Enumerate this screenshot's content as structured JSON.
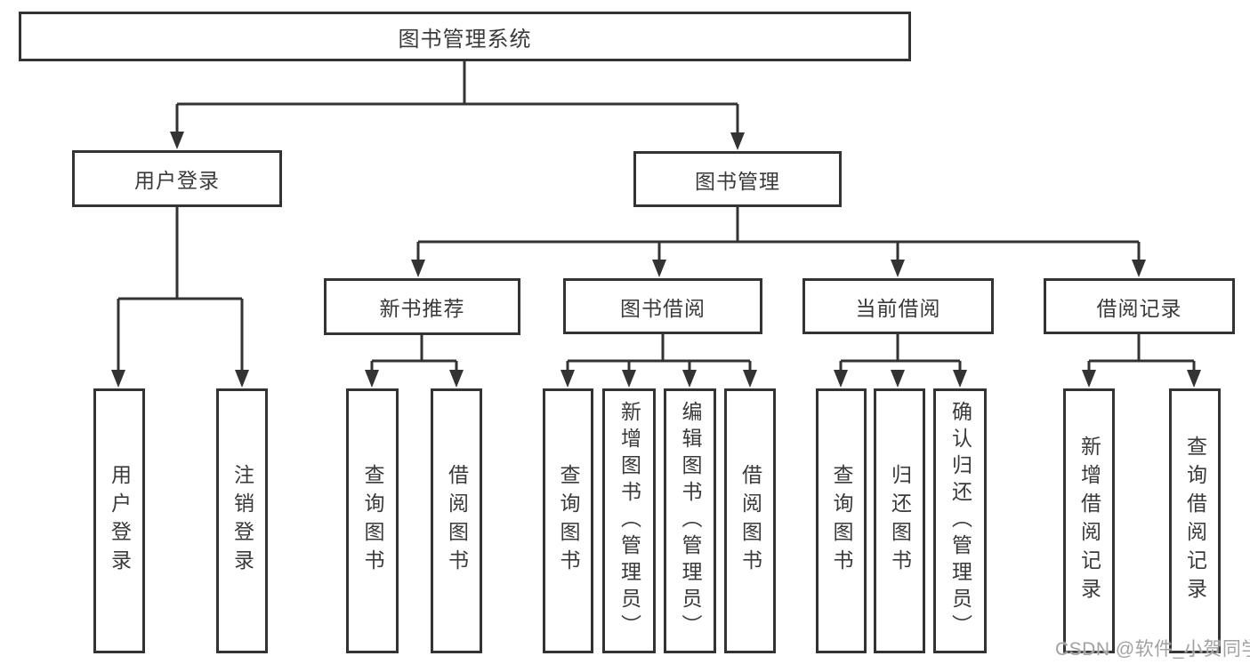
{
  "diagram": {
    "title_node": "图书管理系统",
    "level2": {
      "user_login": "用户登录",
      "book_management": "图书管理"
    },
    "level3": {
      "new_book_recommend": "新书推荐",
      "book_borrowing": "图书借阅",
      "current_borrowing": "当前借阅",
      "borrowing_records": "借阅记录"
    },
    "leaves": {
      "user_login": "用户登录",
      "logout": "注销登录",
      "newrec_query_book": "查询图书",
      "newrec_borrow_book": "借阅图书",
      "borrow_query_book": "查询图书",
      "borrow_add_book_admin": "新增图书（管理员）",
      "borrow_edit_book_admin": "编辑图书（管理员）",
      "borrow_borrow_book": "借阅图书",
      "current_query_book": "查询图书",
      "current_return_book": "归还图书",
      "current_confirm_return_admin": "确认归还（管理员）",
      "records_add_record": "新增借阅记录",
      "records_query_record": "查询借阅记录"
    },
    "colors": {
      "line": "#333333",
      "box_fill": "#ffffff",
      "text": "#3a3a3a",
      "watermark": "#a2a2a2",
      "background": "#ffffff"
    },
    "watermark": "CSDN @软件_小贺同学"
  }
}
